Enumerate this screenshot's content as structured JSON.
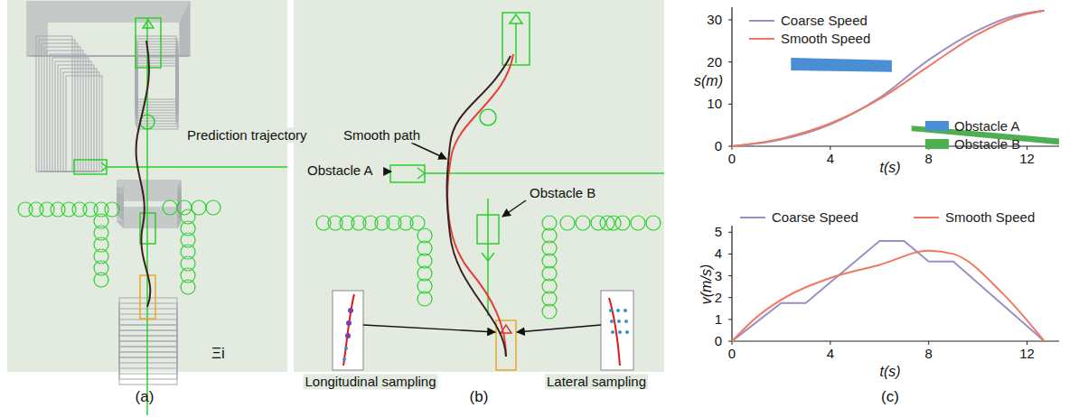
{
  "diagram": {
    "labels": [
      "Prediction trajectory",
      "Ξi",
      "(a)",
      "Smooth path",
      "Obstacle A",
      "Obstacle B",
      "Longitudinal sampling",
      "Lateral sampling",
      "(b)",
      "s(m)",
      "t(s)",
      "0",
      "10",
      "20",
      "30",
      "0",
      "4",
      "8",
      "12",
      "v(m/s)",
      "t(s)",
      "0",
      "1",
      "2",
      "3",
      "4",
      "5",
      "0",
      "4",
      "8",
      "12",
      "(c)"
    ],
    "legend": [
      {
        "text": "Coarse Speed"
      },
      {
        "text": "Smooth Speed"
      },
      {
        "text": "Obstacle A",
        "color": "#4a8fd4"
      },
      {
        "text": "Obstacle B",
        "color": "#4caf50"
      },
      {
        "text": "Coarse Speed"
      },
      {
        "text": "Smooth Speed"
      }
    ]
  }
}
